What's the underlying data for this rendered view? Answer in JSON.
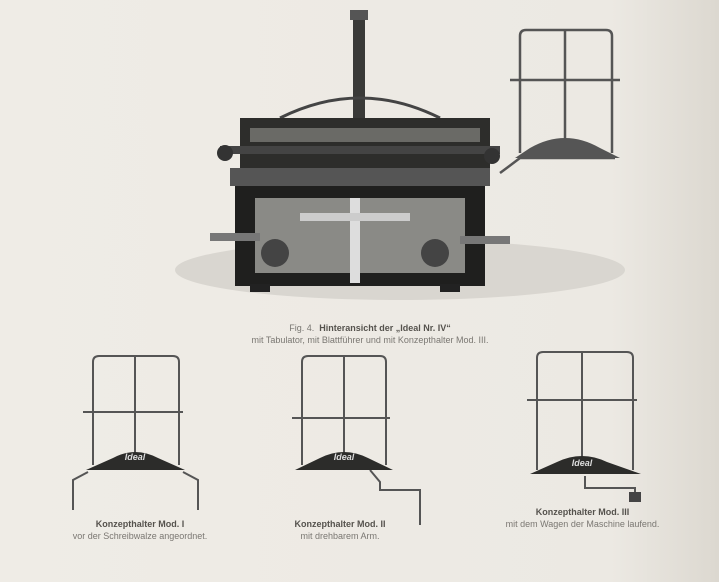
{
  "main_figure": {
    "number": "Fig. 4.",
    "title": "Hinteransicht der „Ideal Nr. IV“",
    "subtitle": "mit Tabulator, mit Blattführer und mit Konzepthalter Mod. III."
  },
  "holders": [
    {
      "label": "Konzepthalter Mod. I",
      "description": "vor der Schreibwalze angeordnet.",
      "logo": "Ideal"
    },
    {
      "label": "Konzepthalter Mod. II",
      "description": "mit drehbarem Arm.",
      "logo": "Ideal"
    },
    {
      "label": "Konzepthalter Mod. III",
      "description": "mit dem Wagen der Maschine laufend.",
      "logo": "Ideal"
    }
  ]
}
